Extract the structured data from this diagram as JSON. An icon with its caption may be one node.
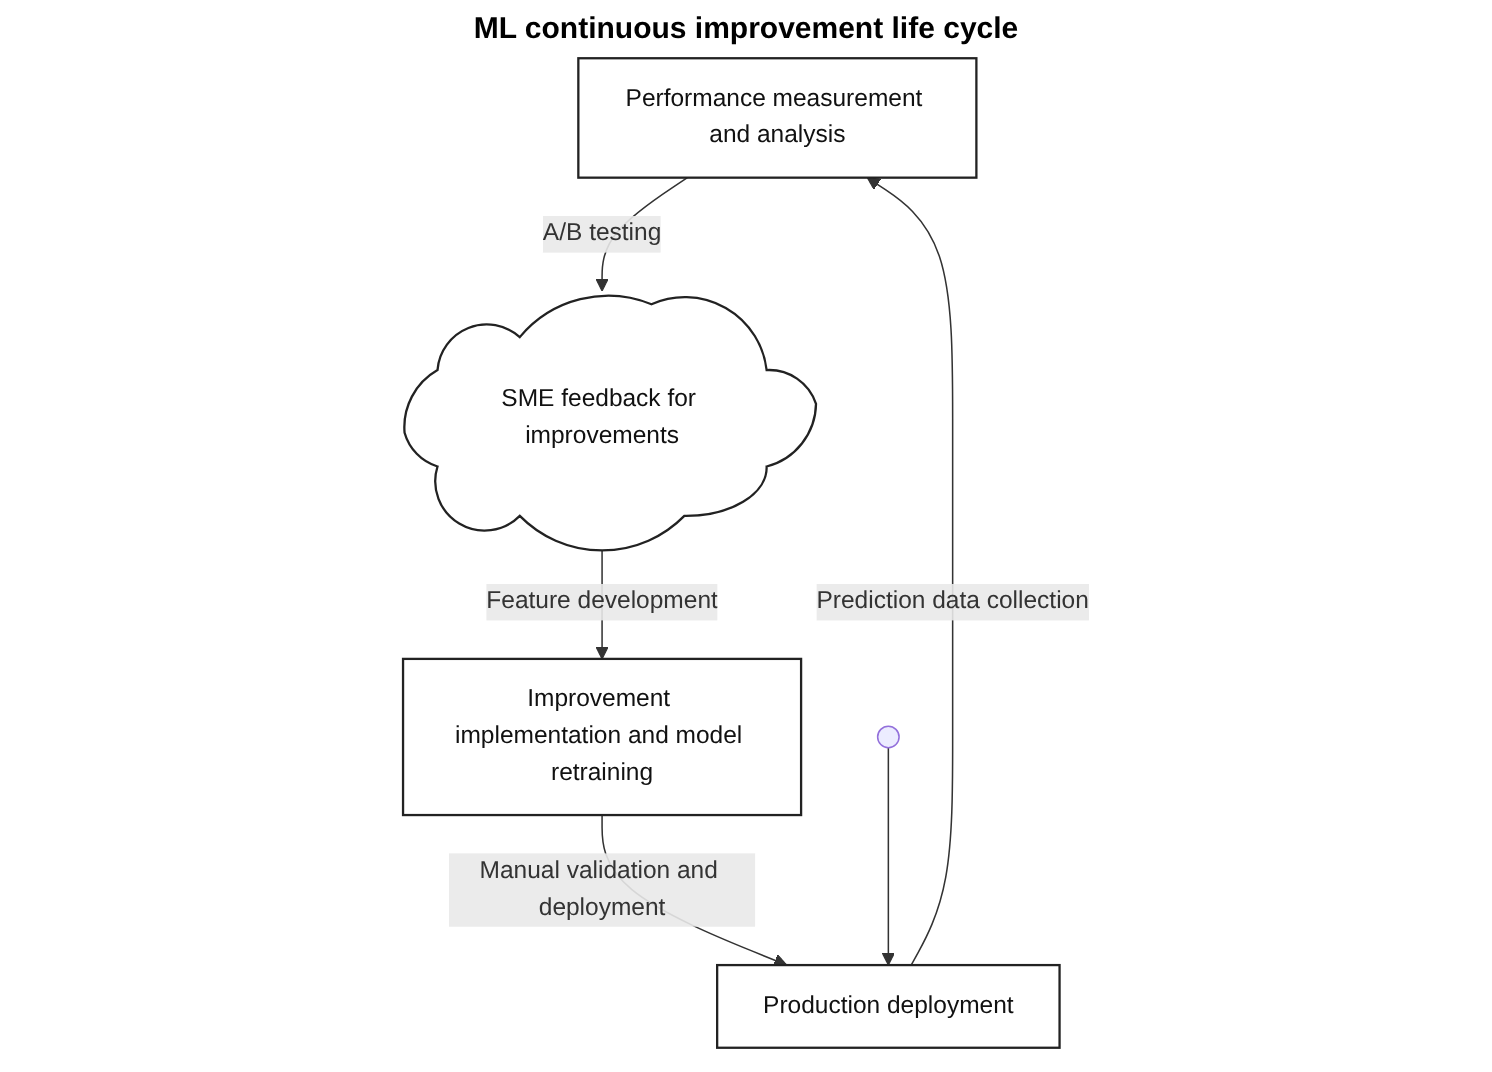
{
  "diagram": {
    "nodes": [
      {
        "text": [
          "Performance measurement and analysis"
        ]
      },
      {
        "text": [
          "SME feedback for improvements"
        ]
      },
      {
        "text": [
          "Improvement implementation and model retraining"
        ]
      },
      {
        "text": [
          "Production deployment"
        ]
      }
    ],
    "edges": [
      {
        "from": 3,
        "to": 0,
        "arrow": "to",
        "label": "Prediction data collection"
      },
      {
        "from": 0,
        "to": 1,
        "arrow": "to",
        "label": "A/B testing"
      },
      {
        "from": 1,
        "to": 2,
        "arrow": "to",
        "label": "Feature development"
      },
      {
        "from": 2,
        "to": 3,
        "arrow": "to",
        "label": "Manual validation and deployment"
      },
      {
        "from": null,
        "to": 3,
        "arrow": "to"
      }
    ],
    "labels": [
      "ML continuous improvement life cycle"
    ]
  }
}
